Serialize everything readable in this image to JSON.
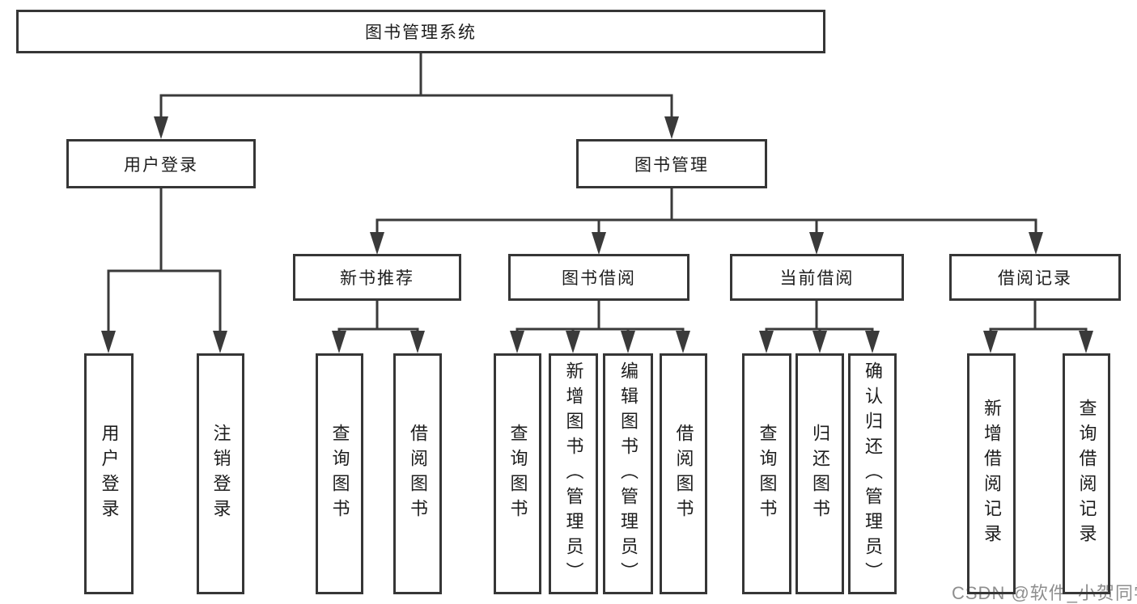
{
  "colors": {
    "line": "#3a3a3a",
    "border": "#363636",
    "text": "#1d1d1d",
    "watermark_color": "#8e8e8e",
    "background": "#ffffff"
  },
  "watermark": {
    "text": "CSDN @软件_小贺同学"
  },
  "tree": {
    "label": "图书管理系统",
    "children": [
      {
        "label": "用户登录",
        "children": [
          {
            "label": "用户登录"
          },
          {
            "label": "注销登录"
          }
        ]
      },
      {
        "label": "图书管理",
        "children": [
          {
            "label": "新书推荐",
            "children": [
              {
                "label": "查询图书"
              },
              {
                "label": "借阅图书"
              }
            ]
          },
          {
            "label": "图书借阅",
            "children": [
              {
                "label": "查询图书"
              },
              {
                "label": "新增图书（管理员）"
              },
              {
                "label": "编辑图书（管理员）"
              },
              {
                "label": "借阅图书"
              }
            ]
          },
          {
            "label": "当前借阅",
            "children": [
              {
                "label": "查询图书"
              },
              {
                "label": "归还图书"
              },
              {
                "label": "确认归还（管理员）"
              }
            ]
          },
          {
            "label": "借阅记录",
            "children": [
              {
                "label": "新增借阅记录"
              },
              {
                "label": "查询借阅记录"
              }
            ]
          }
        ]
      }
    ]
  }
}
